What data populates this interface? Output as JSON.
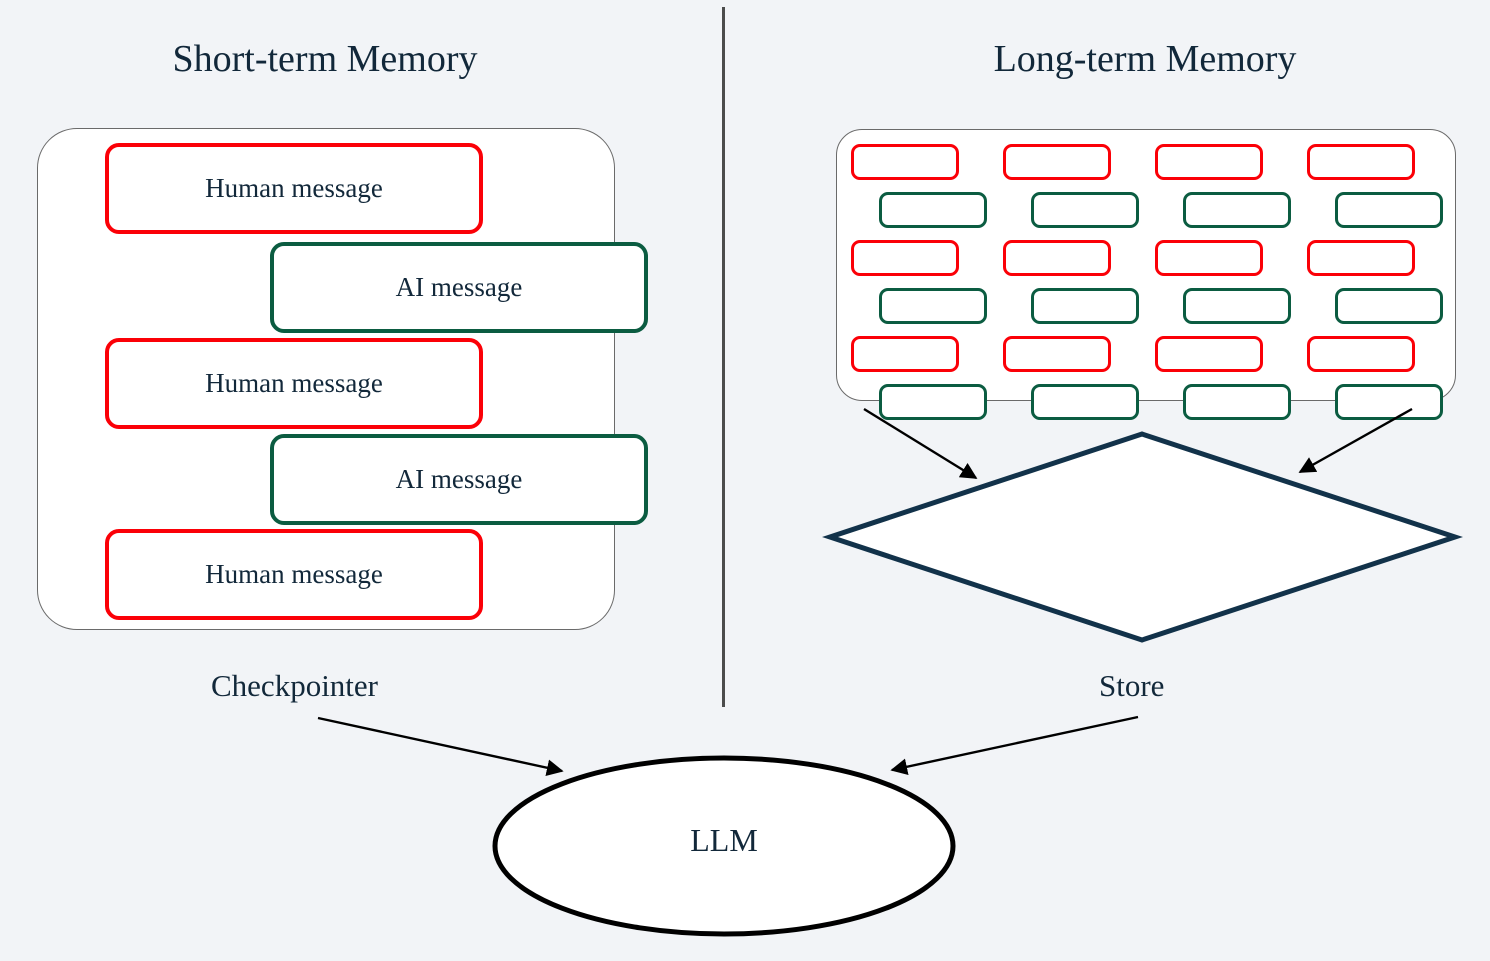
{
  "background": "#f2f4f7",
  "colors": {
    "human_border": "#fb0007",
    "ai_border": "#0b5c41",
    "container_border": "#6a6a6a",
    "text": "#12283a",
    "diamond_stroke": "#12324a",
    "ellipse_stroke": "#000000",
    "divider": "#4c4c4c",
    "arrow": "#000000"
  },
  "panels": {
    "short_term": {
      "title": "Short-term Memory",
      "messages": [
        {
          "role": "human",
          "label": "Human message"
        },
        {
          "role": "ai",
          "label": "AI message"
        },
        {
          "role": "human",
          "label": "Human message"
        },
        {
          "role": "ai",
          "label": "AI message"
        },
        {
          "role": "human",
          "label": "Human message"
        }
      ],
      "edge_label": "Checkpointer"
    },
    "long_term": {
      "title": "Long-term Memory",
      "grid": {
        "columns": 4,
        "rows": 6,
        "row_colors": [
          "red",
          "green",
          "red",
          "green",
          "red",
          "green"
        ]
      },
      "edge_label": "Store"
    }
  },
  "nodes": {
    "llm": {
      "label": "LLM",
      "shape": "ellipse"
    },
    "store_diamond": {
      "label": "",
      "shape": "diamond"
    }
  },
  "arrows": [
    {
      "name": "ltm-to-diamond-left",
      "from": "long-term-memory",
      "to": "store-diamond"
    },
    {
      "name": "ltm-to-diamond-right",
      "from": "long-term-memory",
      "to": "store-diamond"
    },
    {
      "name": "checkpointer-to-llm",
      "from": "checkpointer",
      "to": "llm"
    },
    {
      "name": "store-to-llm",
      "from": "store",
      "to": "llm"
    }
  ]
}
